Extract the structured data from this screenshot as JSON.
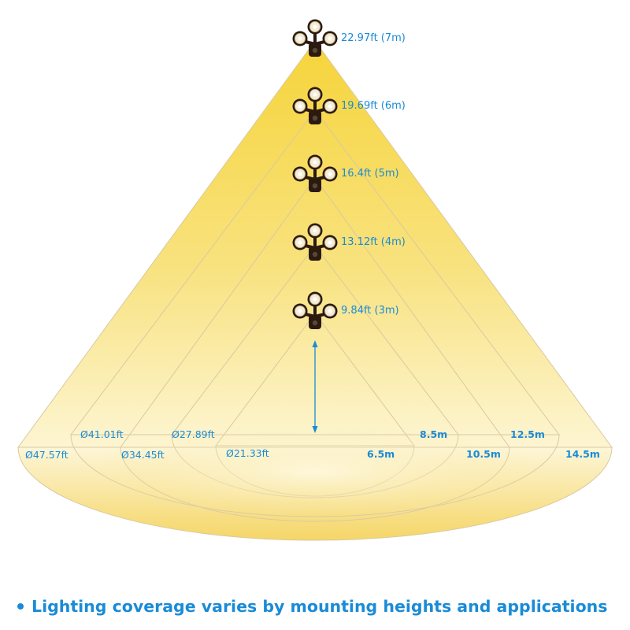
{
  "fixtures": [
    {
      "height_label": "22.97ft (7m)"
    },
    {
      "height_label": "19.69ft (6m)"
    },
    {
      "height_label": "16.4ft (5m)"
    },
    {
      "height_label": "13.12ft (4m)"
    },
    {
      "height_label": "9.84ft (3m)"
    }
  ],
  "diameter_labels": [
    "Ø47.57ft",
    "Ø41.01ft",
    "Ø34.45ft",
    "Ø27.89ft",
    "Ø21.33ft"
  ],
  "radius_labels": [
    "14.5m",
    "12.5m",
    "10.5m",
    "8.5m",
    "6.5m"
  ],
  "colors": {
    "accent": "#1a8bd6",
    "light_cone": "#f7dc5a",
    "fixture": "#2b1a10"
  },
  "footer": {
    "text": "Lighting coverage varies by mounting heights and applications"
  }
}
